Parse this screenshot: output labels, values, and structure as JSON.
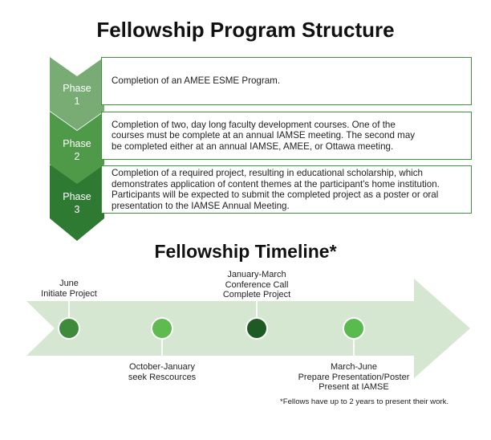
{
  "structure": {
    "title": "Fellowship Program Structure",
    "phases": [
      {
        "word": "Phase",
        "number": "1",
        "color": "#79ac74",
        "description": "Completion of an AMEE ESME Program."
      },
      {
        "word": "Phase",
        "number": "2",
        "color": "#4f9a48",
        "description": "Completion of two, day long faculty development courses. One of the courses must be complete at an annual IAMSE meeting. The second may be completed either at an annual IAMSE, AMEE, or Ottawa meeting."
      },
      {
        "word": "Phase",
        "number": "3",
        "color": "#2f7a33",
        "description": "Completion of a required project, resulting in educational scholarship, which demonstrates application of content themes at the participant's home institution. Participants will be expected to submit the completed project as a poster or oral presentation to the IAMSE Annual Meeting."
      }
    ]
  },
  "timeline": {
    "title": "Fellowship Timeline*",
    "arrow_color": "#d5e6d1",
    "milestones": [
      {
        "lines": [
          "June",
          "Initiate Project"
        ],
        "color": "#3e8b3c"
      },
      {
        "lines": [
          "October-January",
          "seek Rescources"
        ],
        "color": "#5fbb4f"
      },
      {
        "lines": [
          "January-March",
          "Conference Call",
          "Complete Project"
        ],
        "color": "#1f5a24"
      },
      {
        "lines": [
          "March-June",
          "Prepare Presentation/Poster",
          "Present at IAMSE"
        ],
        "color": "#59bb4e"
      }
    ],
    "footnote": "*Fellows have up to 2 years to present their work."
  }
}
